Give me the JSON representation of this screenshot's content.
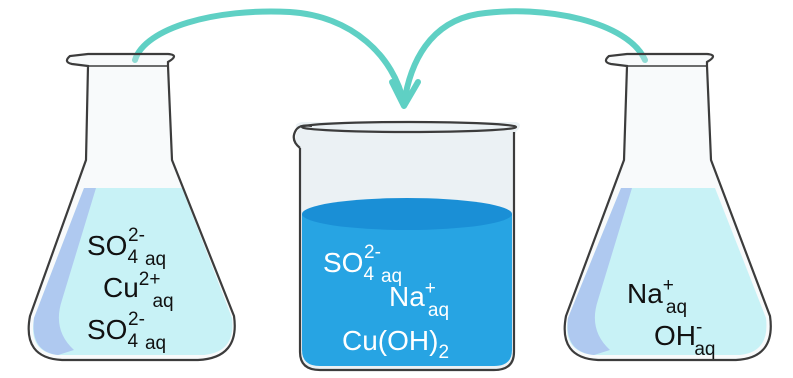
{
  "colors": {
    "arrow": "#5fd0c4",
    "flask_liquid": "#b6f3f8",
    "flask_liquid_shadow": "#8fb4ef",
    "beaker_liquid": "#27a4e3",
    "beaker_liquid_top": "#1a8fd6",
    "glass_outline": "#3c3c3c",
    "glass_tint": "#ebf1f4"
  },
  "left_flask": {
    "ions": [
      {
        "base": "SO",
        "sub1": "4",
        "sup": "2-",
        "sub2": "aq"
      },
      {
        "base": "Cu",
        "sub1": "",
        "sup": "2+",
        "sub2": "aq"
      },
      {
        "base": "SO",
        "sub1": "4",
        "sup": "2-",
        "sub2": "aq"
      }
    ]
  },
  "beaker": {
    "ions": [
      {
        "base": "SO",
        "sub1": "4",
        "sup": "2-",
        "sub2": "aq"
      },
      {
        "base": "Na",
        "sub1": "",
        "sup": "+",
        "sub2": "aq"
      }
    ],
    "precipitate": {
      "base": "Cu(OH)",
      "sub": "2"
    }
  },
  "right_flask": {
    "ions": [
      {
        "base": "Na",
        "sub1": "",
        "sup": "+",
        "sub2": "aq"
      },
      {
        "base": "OH",
        "sub1": "",
        "sup": "-",
        "sub2": "aq"
      }
    ]
  }
}
